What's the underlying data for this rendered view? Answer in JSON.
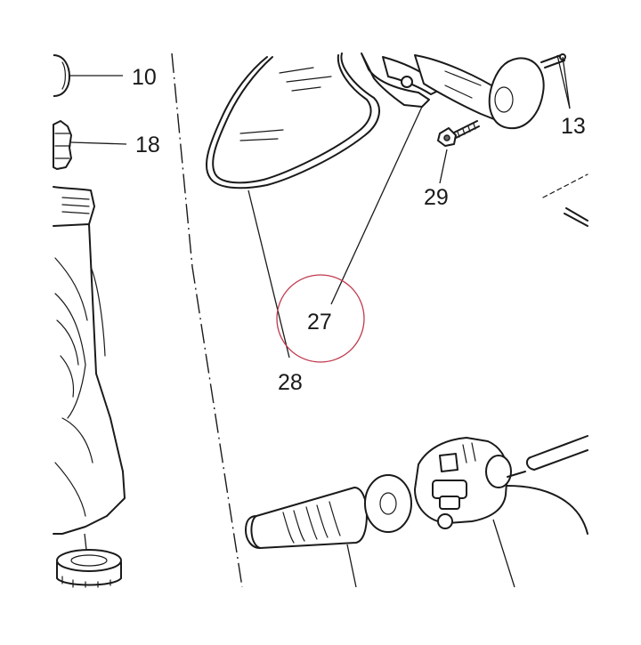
{
  "diagram": {
    "callouts": [
      {
        "id": "c10",
        "label": "10"
      },
      {
        "id": "c18",
        "label": "18"
      },
      {
        "id": "c13",
        "label": "13"
      },
      {
        "id": "c29",
        "label": "29"
      },
      {
        "id": "c27",
        "label": "27"
      },
      {
        "id": "c28",
        "label": "28"
      }
    ],
    "highlight": {
      "target": "27",
      "color": "#c0394d"
    },
    "colors": {
      "line": "#1a1a1a",
      "background": "#ffffff"
    }
  }
}
